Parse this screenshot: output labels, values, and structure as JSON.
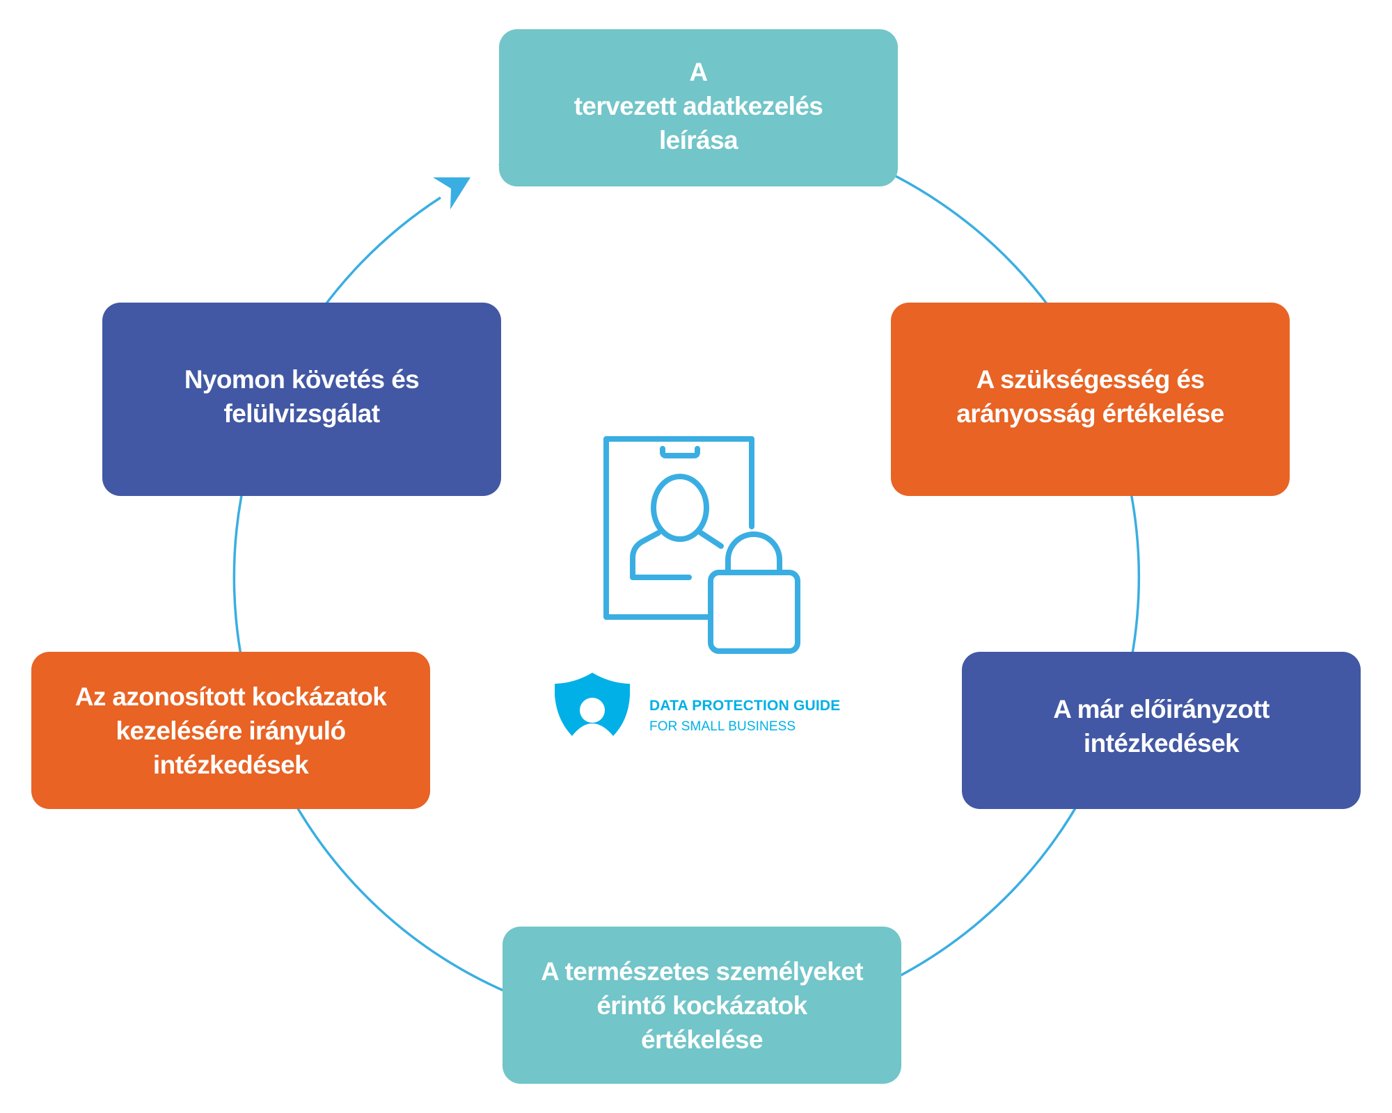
{
  "diagram": {
    "title": "Data protection impact assessment cycle",
    "flow_direction": "clockwise",
    "colors": {
      "teal": "#72C5C8",
      "orange": "#E86324",
      "blue": "#4258A4",
      "cycle_line": "#3AAEE2",
      "icon": "#3AAEE2",
      "logo": "#00B0E6",
      "text": "#FFFFFF"
    },
    "steps": [
      {
        "label": "A\ntervezett adatkezelés\nleírása",
        "color": "teal"
      },
      {
        "label": "A szükségesség és\narányosság értékelése",
        "color": "orange"
      },
      {
        "label": "A már előirányzott\nintézkedések",
        "color": "blue"
      },
      {
        "label": "A természetes személyeket\nérintő kockázatok\nértékelése",
        "color": "teal"
      },
      {
        "label": "Az azonosított kockázatok\nkezelésére irányuló\nintézkedések",
        "color": "orange"
      },
      {
        "label": "Nyomon követés és\nfelülvizsgálat",
        "color": "blue"
      }
    ],
    "center_icon": "id-card-lock-icon",
    "logo": {
      "icon": "shield-person-icon",
      "title": "DATA PROTECTION GUIDE",
      "subtitle": "FOR SMALL BUSINESS"
    }
  }
}
